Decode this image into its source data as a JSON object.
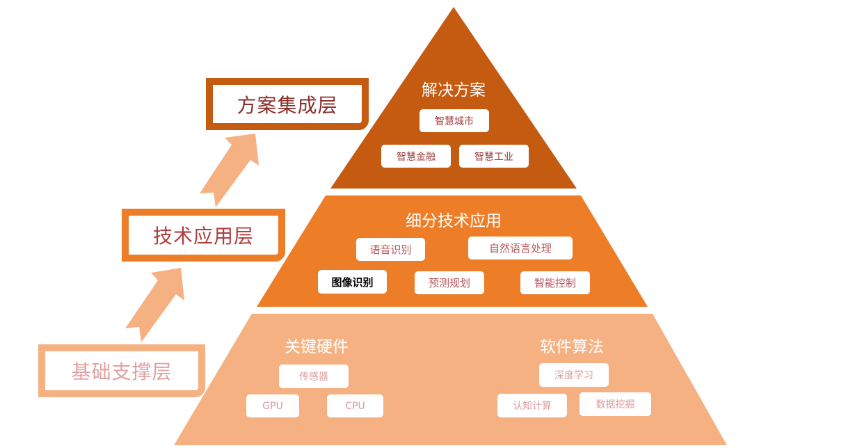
{
  "colors": {
    "top": "#C55A11",
    "middle": "#ED7D27",
    "bottom": "#F6B183"
  },
  "layers": {
    "integration": "方案集成层",
    "application": "技术应用层",
    "foundation": "基础支撑层"
  },
  "pyramid": {
    "top": {
      "title": "解决方案",
      "items": [
        "智慧城市",
        "智慧金融",
        "智慧工业"
      ]
    },
    "middle": {
      "title": "细分技术应用",
      "items": [
        "语音识别",
        "自然语言处理",
        "图像识别",
        "预测规划",
        "智能控制"
      ]
    },
    "bottom": {
      "hardware": {
        "title": "关键硬件",
        "items": [
          "传感器",
          "GPU",
          "CPU"
        ]
      },
      "software": {
        "title": "软件算法",
        "items": [
          "深度学习",
          "认知计算",
          "数据挖掘"
        ]
      }
    }
  }
}
